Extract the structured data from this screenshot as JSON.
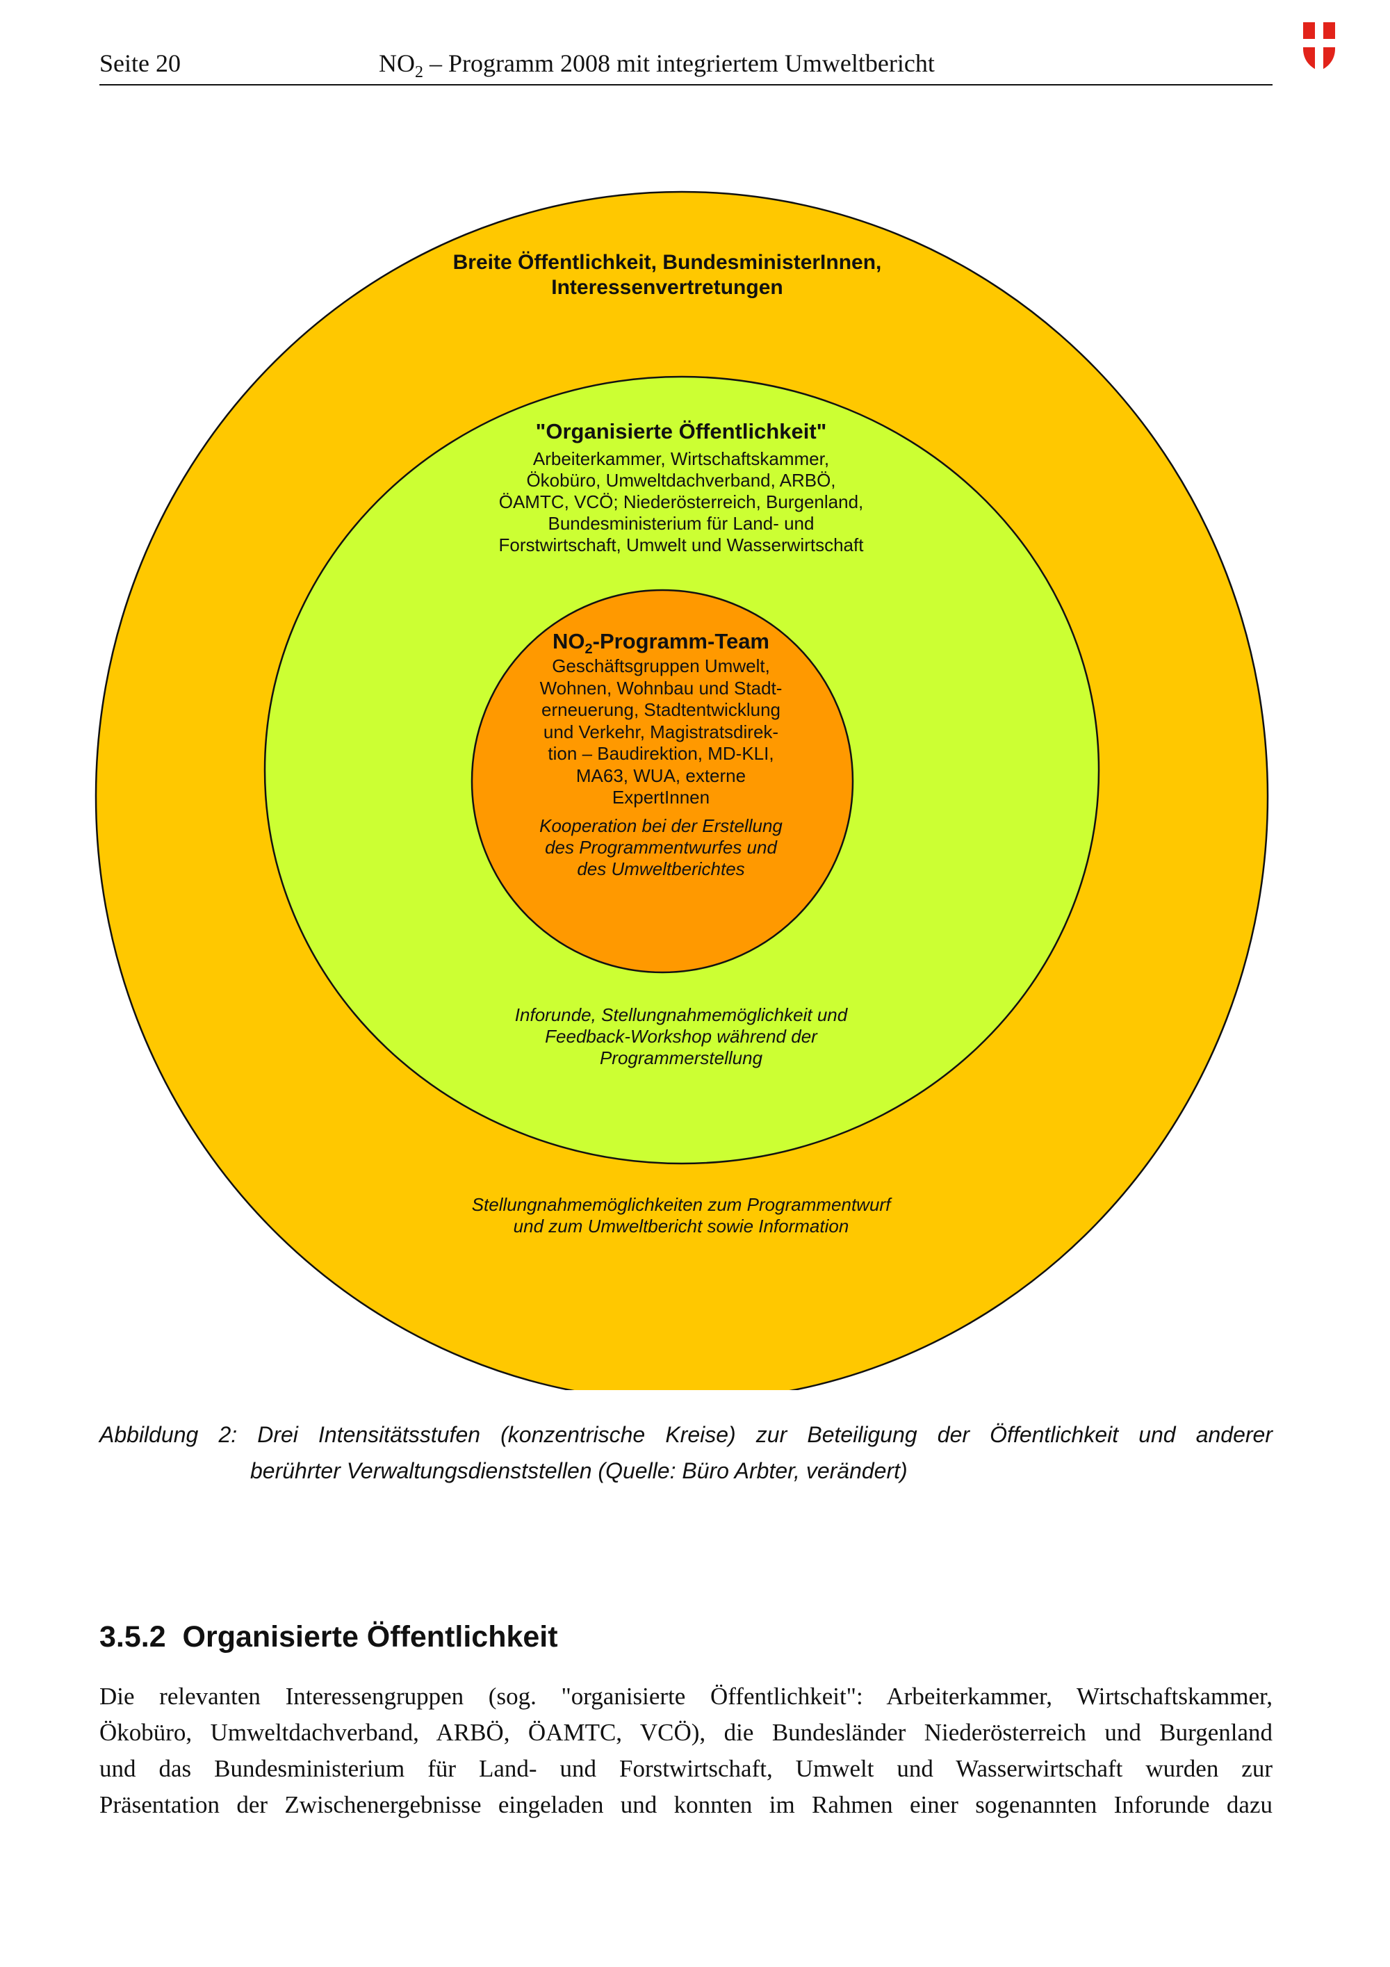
{
  "header": {
    "page_label": "Seite 20",
    "title_prefix": "NO",
    "title_sub": "2",
    "title_suffix": " – Programm 2008 mit integriertem Umweltbericht"
  },
  "diagram": {
    "colors": {
      "outer": "#FFC800",
      "middle": "#CCFF33",
      "inner": "#FF9900",
      "stroke": "#111111"
    },
    "outer": {
      "title_lines": [
        "Breite Öffentlichkeit, BundesministerInnen,",
        "Interessenvertretungen"
      ],
      "role_lines": [
        "Stellungnahmemöglichkeiten zum Programmentwurf",
        "und zum Umweltbericht sowie Information"
      ]
    },
    "middle": {
      "title": "\"Organisierte Öffentlichkeit\"",
      "member_lines": [
        "Arbeiterkammer, Wirtschaftskammer,",
        "Ökobüro, Umweltdachverband, ARBÖ,",
        "ÖAMTC, VCÖ; Niederösterreich, Burgenland,",
        "Bundesministerium für Land- und",
        "Forstwirtschaft, Umwelt und Wasserwirtschaft"
      ],
      "role_lines": [
        "Inforunde, Stellungnahmemöglichkeit und",
        "Feedback-Workshop während der",
        "Programmerstellung"
      ]
    },
    "inner": {
      "title_prefix": "NO",
      "title_sub": "2",
      "title_suffix": "-Programm-Team",
      "member_lines": [
        "Geschäftsgruppen Umwelt,",
        "Wohnen, Wohnbau und Stadt-",
        "erneuerung, Stadtentwicklung",
        "und Verkehr, Magistratsdirek-",
        "tion – Baudirektion, MD-KLI,",
        "MA63, WUA, externe",
        "ExpertInnen"
      ],
      "role_lines": [
        "Kooperation bei der Erstellung",
        "des Programmentwurfes und",
        "des Umweltberichtes"
      ]
    }
  },
  "caption": {
    "line1": "Abbildung 2: Drei Intensitätsstufen (konzentrische Kreise) zur Beteiligung der Öffentlichkeit und anderer",
    "line2": "berührter Verwaltungsdienststellen (Quelle: Büro Arbter, verändert)"
  },
  "section": {
    "number": "3.5.2",
    "title": "Organisierte Öffentlichkeit"
  },
  "paragraph_lines": [
    "Die relevanten Interessengruppen (sog. \"organisierte Öffentlichkeit\": Arbeiterkammer, Wirtschaftskammer,",
    "Ökobüro, Umweltdachverband, ARBÖ, ÖAMTC, VCÖ), die Bundesländer Niederösterreich und Burgenland",
    "und das Bundesministerium für Land- und Forstwirtschaft, Umwelt und Wasserwirtschaft wurden zur",
    "Präsentation der Zwischenergebnisse eingeladen und konnten im Rahmen einer sogenannten Inforunde dazu"
  ]
}
